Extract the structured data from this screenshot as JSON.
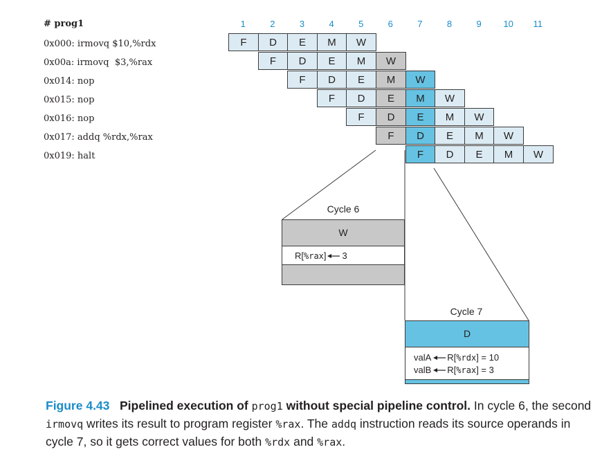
{
  "program": {
    "title": "# prog1",
    "lines": [
      "0x000: irmovq $10,%rdx",
      "0x00a: irmovq  $3,%rax",
      "0x014: nop",
      "0x015: nop",
      "0x016: nop",
      "0x017: addq %rdx,%rax",
      "0x019: halt"
    ]
  },
  "cycles": [
    "1",
    "2",
    "3",
    "4",
    "5",
    "6",
    "7",
    "8",
    "9",
    "10",
    "11"
  ],
  "pipeline": [
    [
      "F",
      "D",
      "E",
      "M",
      "W"
    ],
    [
      "F",
      "D",
      "E",
      "M",
      "W"
    ],
    [
      "F",
      "D",
      "E",
      "M",
      "W"
    ],
    [
      "F",
      "D",
      "E",
      "M",
      "W"
    ],
    [
      "F",
      "D",
      "E",
      "M",
      "W"
    ],
    [
      "F",
      "D",
      "E",
      "M",
      "W"
    ],
    [
      "F",
      "D",
      "E",
      "M",
      "W"
    ]
  ],
  "colors": {
    "normal": "#dcebf3",
    "cycle6": "#c8c8c8",
    "cycle7": "#66c2e2",
    "accent": "#1a8cc8"
  },
  "cycle6_panel": {
    "title": "Cycle 6",
    "stage": "W",
    "line_pre": "R[",
    "line_code": "%rax",
    "line_post": "]",
    "line_value": "3"
  },
  "cycle7_panel": {
    "title": "Cycle 7",
    "stage": "D",
    "line1_pre": "valA",
    "line1_reg_pre": "R[",
    "line1_code": "%rdx",
    "line1_reg_post": "] = 10",
    "line2_pre": "valB",
    "line2_reg_pre": "R[",
    "line2_code": "%rax",
    "line2_reg_post": "] = 3"
  },
  "caption": {
    "figure": "Figure 4.43",
    "bold_pre": "Pipelined execution of ",
    "bold_code": "prog1",
    "bold_post": " without special pipeline control.",
    "s1": " In cycle 6, the second ",
    "c1": "irmovq",
    "s2": " writes its result to program register ",
    "c2": "%rax",
    "s3": ". The ",
    "c3": "addq",
    "s4": " instruction reads its source operands in cycle 7, so it gets correct values for both ",
    "c4": "%rdx",
    "s5": " and ",
    "c5": "%rax",
    "s6": "."
  }
}
